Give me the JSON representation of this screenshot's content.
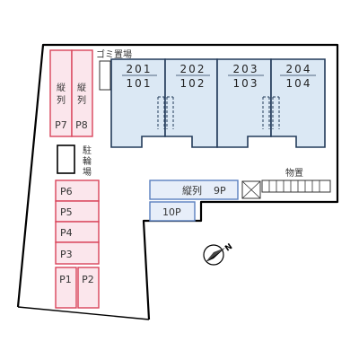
{
  "colors": {
    "parking_stroke": "#d9435a",
    "parking_fill": "#fbe6ec",
    "building_fill": "#dbe8f4",
    "building_stroke": "#233b5a",
    "parking2_stroke": "#5a7fbf",
    "parking2_fill": "#e7eef9",
    "outline": "#000000",
    "text": "#333333"
  },
  "labels": {
    "trash": "ゴミ置場",
    "bike_parking": [
      "駐",
      "輪",
      "場"
    ],
    "storage": "物置",
    "north": "N"
  },
  "units": [
    {
      "upper": "201",
      "lower": "101"
    },
    {
      "upper": "202",
      "lower": "102"
    },
    {
      "upper": "203",
      "lower": "103"
    },
    {
      "upper": "204",
      "lower": "104"
    }
  ],
  "parking_vertical": [
    {
      "v1": "縦",
      "v2": "列",
      "label": "P7"
    },
    {
      "v1": "縦",
      "v2": "列",
      "label": "P8"
    }
  ],
  "parking_stack": [
    "P6",
    "P5",
    "P4",
    "P3"
  ],
  "parking_bottom": [
    "P1",
    "P2"
  ],
  "parking_right": {
    "p9_tate": "縦列",
    "p9": "9P",
    "p10": "10P"
  },
  "icons": [
    "compass-icon",
    "storage-shed-icon",
    "bike-rack-icon"
  ]
}
